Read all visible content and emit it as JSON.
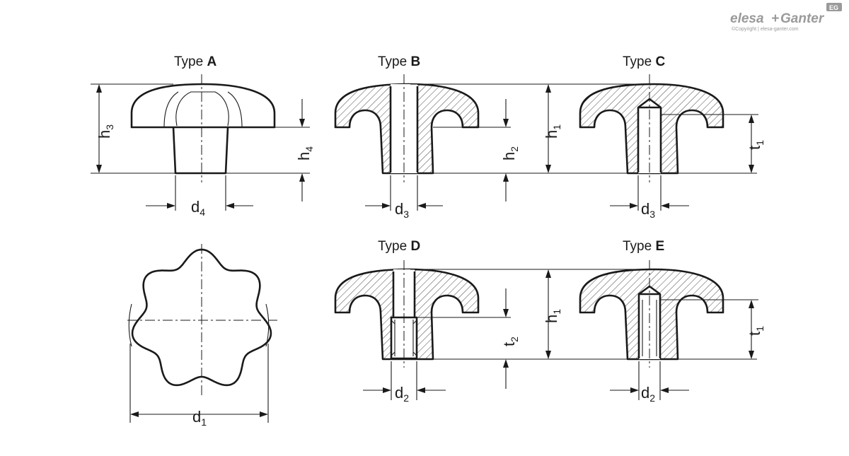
{
  "logo": {
    "brand_left": "elesa",
    "brand_plus": "+",
    "brand_right": "Ganter",
    "badge": "EG",
    "copyright": "©Copyright | elesa-ganter.com"
  },
  "views": [
    {
      "id": "A",
      "prefix": "Type ",
      "letter": "A"
    },
    {
      "id": "B",
      "prefix": "Type ",
      "letter": "B"
    },
    {
      "id": "C",
      "prefix": "Type ",
      "letter": "C"
    },
    {
      "id": "D",
      "prefix": "Type ",
      "letter": "D"
    },
    {
      "id": "E",
      "prefix": "Type ",
      "letter": "E"
    }
  ],
  "dimensions": {
    "h3": {
      "base": "h",
      "sub": "3"
    },
    "h4": {
      "base": "h",
      "sub": "4"
    },
    "d4": {
      "base": "d",
      "sub": "4"
    },
    "h2": {
      "base": "h",
      "sub": "2"
    },
    "h1_top": {
      "base": "h",
      "sub": "1"
    },
    "d3_b": {
      "base": "d",
      "sub": "3"
    },
    "t1_c": {
      "base": "t",
      "sub": "1"
    },
    "d3_c": {
      "base": "d",
      "sub": "3"
    },
    "d1": {
      "base": "d",
      "sub": "1"
    },
    "t2": {
      "base": "t",
      "sub": "2"
    },
    "h1_bottom": {
      "base": "h",
      "sub": "1"
    },
    "d2_d": {
      "base": "d",
      "sub": "2"
    },
    "t1_e": {
      "base": "t",
      "sub": "1"
    },
    "d2_e": {
      "base": "d",
      "sub": "2"
    }
  },
  "colors": {
    "line": "#1a1a1a",
    "logo": "#9a9a9a",
    "background": "#ffffff"
  }
}
